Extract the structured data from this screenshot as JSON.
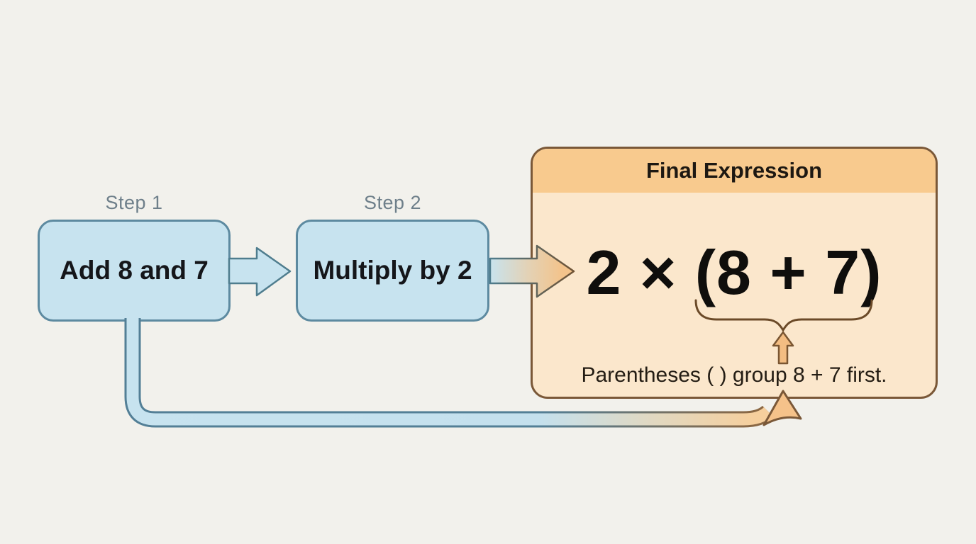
{
  "diagram": {
    "steps": [
      {
        "label": "Step 1",
        "text": "Add 8 and 7"
      },
      {
        "label": "Step 2",
        "text": "Multiply by 2"
      }
    ],
    "final": {
      "title": "Final Expression",
      "expression": "2 × (8 + 7)",
      "caption": "Parentheses ( ) group 8 + 7 first."
    },
    "icons": {
      "step1_to_step2": "block-arrow-right-icon",
      "step2_to_final": "block-arrow-right-gradient-icon",
      "under_expression": "underbrace-icon",
      "brace_pointer": "arrow-up-icon",
      "step1_to_final": "elbow-arrow-connector-icon"
    },
    "colors": {
      "background": "#f2f1ec",
      "step_box_fill": "#c7e3ef",
      "step_box_border": "#5d8aa0",
      "step_label_text": "#6e7f8a",
      "final_header_fill": "#f8ca8e",
      "final_body_fill": "#fbe7cc",
      "final_border": "#7a5838",
      "brace_stroke": "#6b4a28",
      "arrow_orange_fill": "#f3bd82",
      "text_dark": "#15161a"
    }
  }
}
